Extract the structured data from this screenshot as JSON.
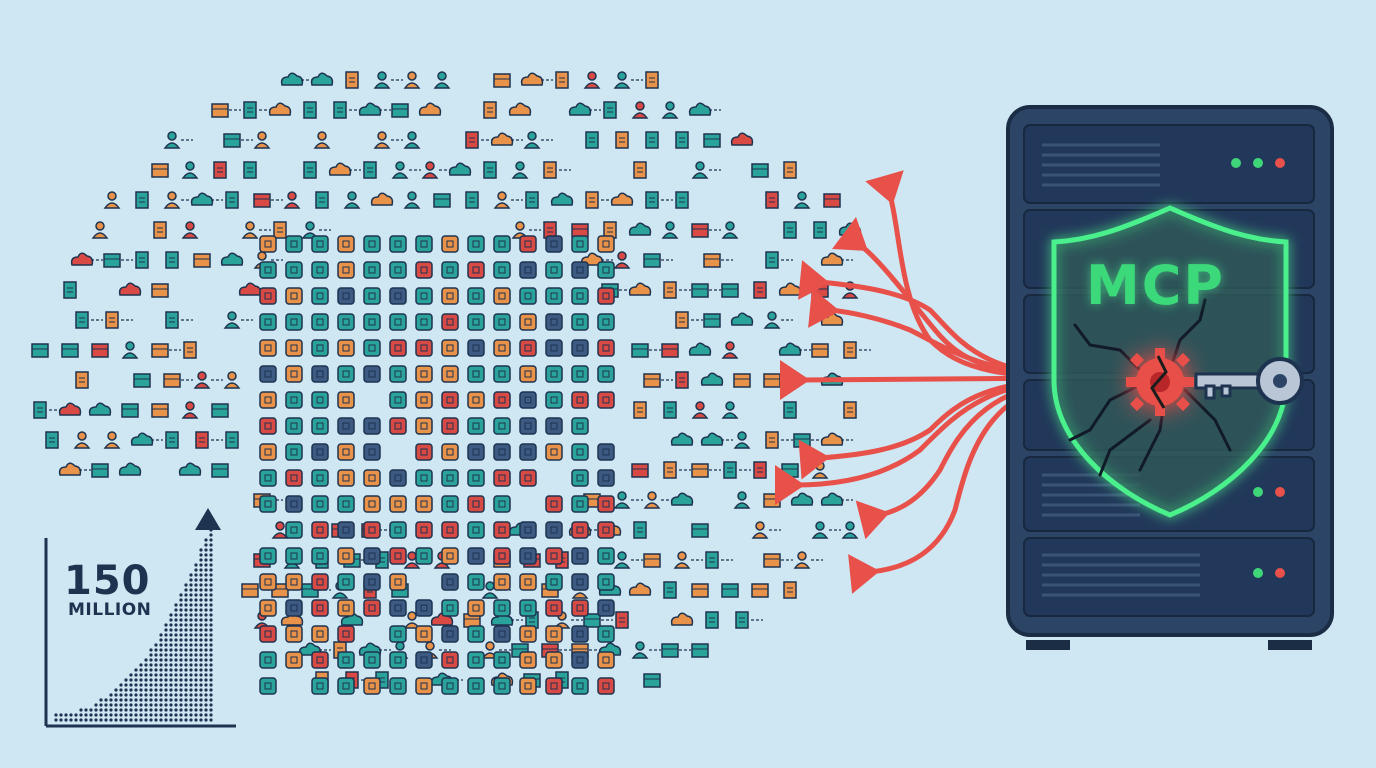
{
  "stat": {
    "number": "150",
    "unit": "MILLION"
  },
  "server": {
    "shield_label": "MCP"
  },
  "colors": {
    "background": "#cfe6f3",
    "teal": "#2aa39a",
    "orange": "#e8924a",
    "red": "#d94a45",
    "navy": "#1e3350",
    "shield_green": "#4af08c",
    "attack_red": "#e8504a",
    "server_body": "#2c4566"
  },
  "icons": [
    "user-icon",
    "document-icon",
    "cloud-icon",
    "box-icon",
    "grid-tile-icon",
    "key-icon",
    "gear-icon",
    "shield-icon",
    "server-icon"
  ]
}
